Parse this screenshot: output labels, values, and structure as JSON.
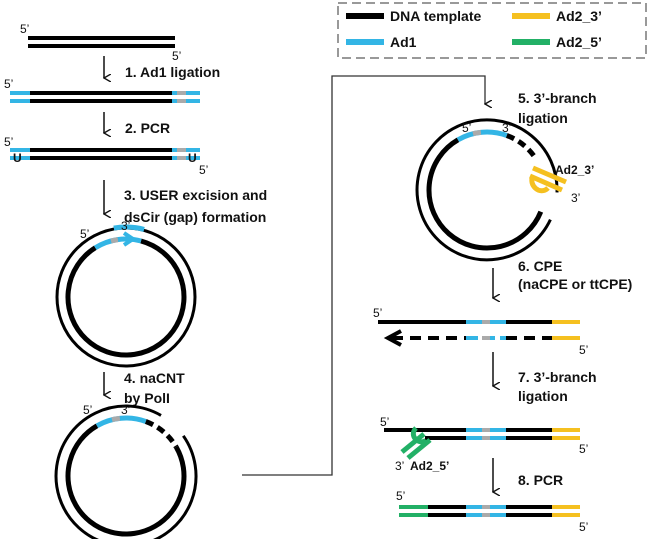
{
  "legend": {
    "items": [
      {
        "label": "DNA template",
        "color": "#000000"
      },
      {
        "label": "Ad1",
        "color": "#33b5e5"
      },
      {
        "label": "Ad2_3’",
        "color": "#f5c020"
      },
      {
        "label": "Ad2_5’",
        "color": "#22b066"
      }
    ]
  },
  "steps": {
    "s1": "1. Ad1 ligation",
    "s2": "2. PCR",
    "s3a": "3. USER excision and",
    "s3b": "dsCir (gap) formation",
    "s4a": "4. naCNT",
    "s4b": "by PolI",
    "s5a": "5. 3’-branch",
    "s5b": "ligation",
    "s6a": "6. CPE",
    "s6b": "(naCPE or ttCPE)",
    "s7a": "7. 3’-branch",
    "s7b": "ligation",
    "s8": "8. PCR"
  },
  "ends": {
    "five": "5’",
    "three": "3’"
  },
  "marks": {
    "u": "U"
  },
  "adapters": {
    "ad2_3": "Ad2_3’",
    "ad2_5": "Ad2_5’"
  }
}
